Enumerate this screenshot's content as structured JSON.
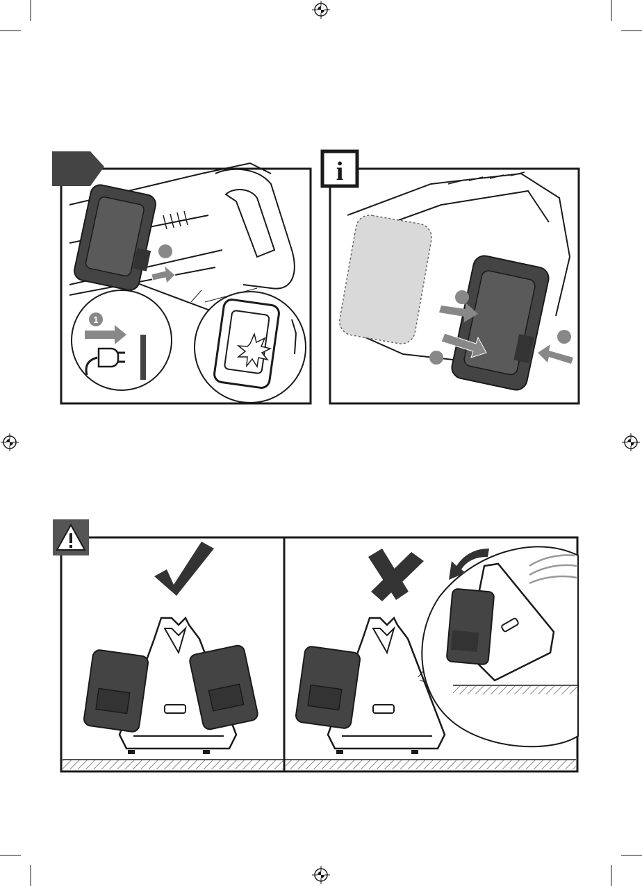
{
  "page": {
    "background": "#ffffff",
    "ink": "#1a1a1a",
    "panel_gray": "#555555"
  },
  "marks": {
    "registration_icon": "crosshair-registration-mark",
    "crop_icon": "crop-mark"
  },
  "panel_a": {
    "corner_tab_icon": "dark-pentagon-step-tab",
    "inset_step_badge": "1",
    "steps": [
      {
        "icon": "unplug-arrow-icon",
        "badge": "1"
      },
      {
        "icon": "battery-insert-arrow-icon",
        "badge": ""
      }
    ]
  },
  "panel_b": {
    "corner_tab_icon": "info-icon",
    "corner_tab_text": "i",
    "steps": [
      {
        "icon": "slide-arrow-icon",
        "badge": ""
      },
      {
        "icon": "push-arrow-icon",
        "badge": ""
      },
      {
        "icon": "press-latch-arrow-icon",
        "badge": ""
      }
    ]
  },
  "panel_c": {
    "corner_tab_icon": "warning-triangle-icon",
    "correct_icon": "checkmark-icon",
    "wrong_icon": "cross-icon",
    "rotate_icon": "curved-arrow-icon"
  }
}
